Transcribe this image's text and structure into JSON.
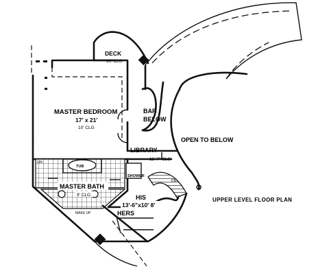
{
  "plan": {
    "title": "UPPER LEVEL FLOOR PLAN",
    "rooms": {
      "deck": {
        "name": "DECK",
        "clg": "10' CLG"
      },
      "master_bedroom": {
        "name": "MASTER BEDROOM",
        "size": "17' x 21'",
        "clg": "10' CLG"
      },
      "bar": {
        "line1": "BAR",
        "line2": "BELOW"
      },
      "library": {
        "name": "LIBRARY",
        "clg": "11'-7\" CLG"
      },
      "open_to_below": {
        "name": "OPEN TO BELOW"
      },
      "tub": {
        "name": "TUB"
      },
      "shower": {
        "name": "SHOWER"
      },
      "master_bath": {
        "name": "MASTER BATH",
        "clg": "9' CLG"
      },
      "his": {
        "name": "HIS"
      },
      "hers": {
        "name": "HERS",
        "size": "13'-6\"x10' 8'"
      },
      "make_up": {
        "name": "MAKE UP"
      },
      "linen": {
        "name": "LIN"
      },
      "dn": {
        "name": "DN"
      }
    }
  }
}
